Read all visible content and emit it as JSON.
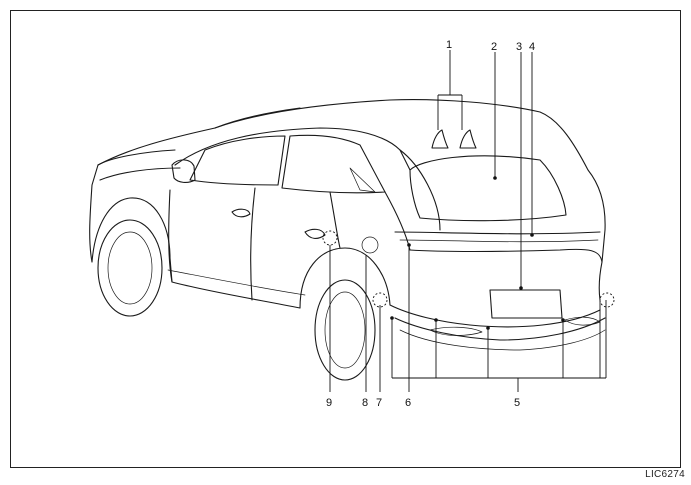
{
  "callouts": {
    "c1": "1",
    "c2": "2",
    "c3": "3",
    "c4": "4",
    "c5": "5",
    "c6": "6",
    "c7": "7",
    "c8": "8",
    "c9": "9"
  },
  "figure_code": "LIC6274"
}
